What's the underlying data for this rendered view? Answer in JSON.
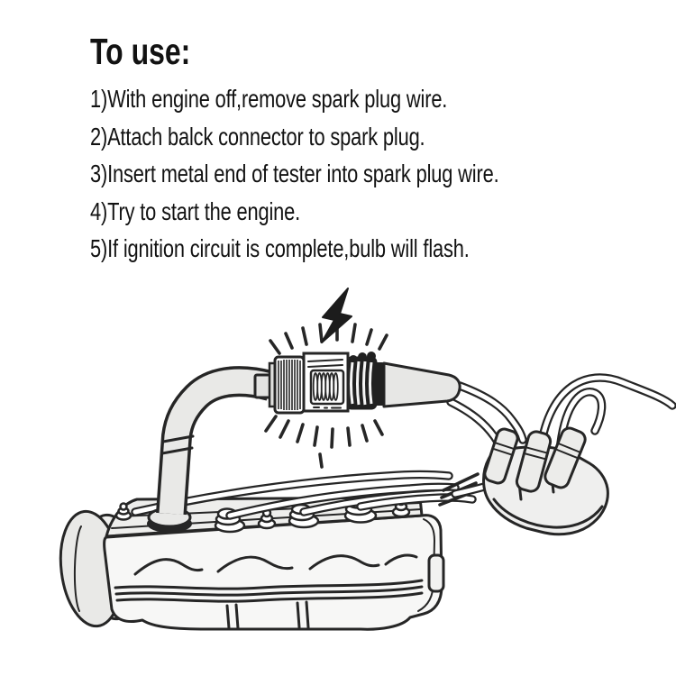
{
  "instructions": {
    "title": "To use:",
    "steps": [
      "1)With engine off,remove spark plug wire.",
      "2)Attach balck connector to spark plug.",
      "3)Insert metal end of tester into spark plug wire.",
      "4)Try to start the engine.",
      "5)If ignition circuit is complete,bulb will flash."
    ]
  },
  "illustration": {
    "alt": "Line drawing: spark plug tester connected between spark plug and plug wire on an engine, bulb flashing while cranking",
    "icons": [
      "lightning-bolt-icon",
      "flash-rays",
      "spark-plug-tester",
      "tester-coil-window",
      "tester-wire-boot",
      "tester-to-plug-wire",
      "engine-block",
      "crankshaft-pulley",
      "spark-plug-terminals",
      "spark-plug-wires",
      "distributor-cap",
      "distributor-boots"
    ],
    "colors": {
      "line": "#262626",
      "shade_light": "#e9e9e7",
      "shade_lighter": "#f4f4f3",
      "accordion_black": "#212121",
      "background": "#ffffff"
    }
  }
}
